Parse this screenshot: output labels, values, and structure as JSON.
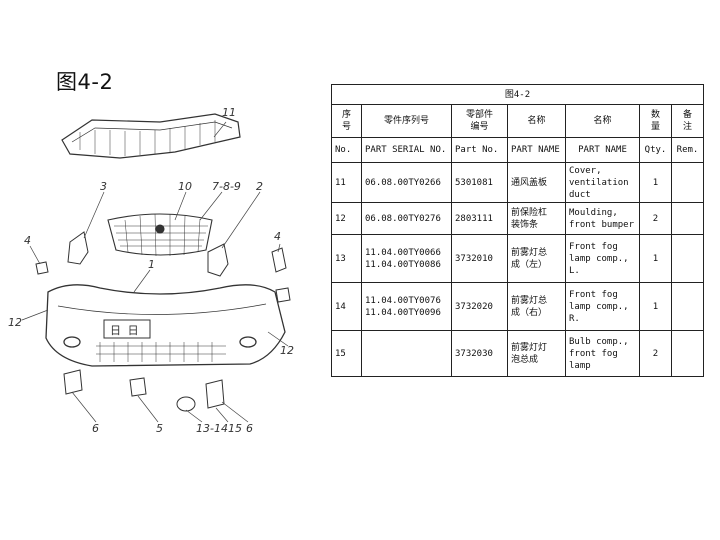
{
  "page": {
    "title": "图4-2"
  },
  "figure": {
    "callouts": [
      "11",
      "10",
      "7-8-9",
      "2",
      "3",
      "4",
      "4",
      "1",
      "12",
      "12",
      "6",
      "5",
      "13-14",
      "15",
      "6"
    ]
  },
  "table": {
    "caption": "图4-2",
    "headers_cn": [
      "序\n号",
      "零件序列号",
      "零部件\n编号",
      "名称",
      "名称",
      "数\n量",
      "备\n注"
    ],
    "headers_en": [
      "No.",
      "PART SERIAL NO.",
      "Part No.",
      "PART NAME",
      "PART NAME",
      "Qty.",
      "Rem."
    ],
    "rows": [
      {
        "no": "11",
        "serial": "06.08.00TY0266",
        "part_no": "5301081",
        "name_cn": "通风盖板",
        "name_en": "Cover,\nventilation\nduct",
        "qty": "1",
        "rem": ""
      },
      {
        "no": "12",
        "serial": "06.08.00TY0276",
        "part_no": "2803111",
        "name_cn": "前保险杠\n装饰条",
        "name_en": "Moulding,\nfront bumper",
        "qty": "2",
        "rem": ""
      },
      {
        "no": "13",
        "serial": "11.04.00TY0066\n11.04.00TY0086",
        "part_no": "3732010",
        "name_cn": "前雾灯总\n成（左）",
        "name_en": "Front fog\nlamp comp.,\nL.",
        "qty": "1",
        "rem": ""
      },
      {
        "no": "14",
        "serial": "11.04.00TY0076\n11.04.00TY0096",
        "part_no": "3732020",
        "name_cn": "前雾灯总\n成（右）",
        "name_en": "Front fog\nlamp comp.,\nR.",
        "qty": "1",
        "rem": ""
      },
      {
        "no": "15",
        "serial": "",
        "part_no": "3732030",
        "name_cn": "前雾灯灯\n泡总成",
        "name_en": "Bulb comp.,\nfront fog\nlamp",
        "qty": "2",
        "rem": ""
      }
    ]
  }
}
